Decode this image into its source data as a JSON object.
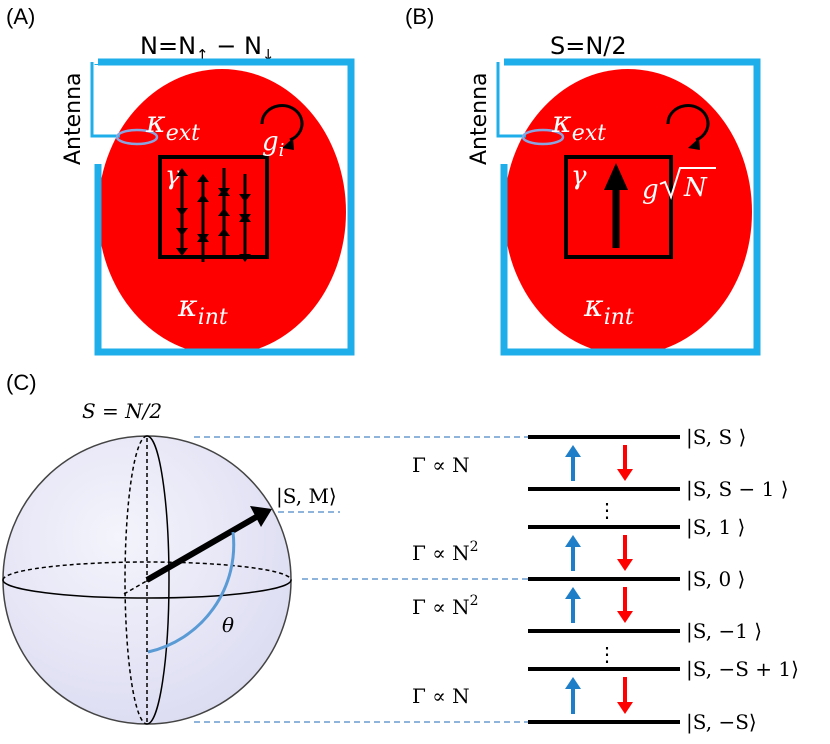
{
  "panels": [
    {
      "label": "(A)",
      "title": "N=N",
      "title_sub_up": "↑",
      "title_minus": " − N",
      "title_sub_down": "↓",
      "antenna": "Antenna",
      "kappa_ext": "κ",
      "kappa_ext_sub": "ext",
      "kappa_int": "κ",
      "kappa_int_sub": "int",
      "gamma": "γ",
      "coupling": "g",
      "coupling_sub": "i",
      "spin_pattern": [
        "up",
        "up",
        "down",
        "down",
        "down",
        "up",
        "up",
        "down",
        "down",
        "down",
        "up",
        "up",
        "down",
        "up",
        "up",
        "down"
      ]
    },
    {
      "label": "(B)",
      "title": "S=N/2",
      "antenna": "Antenna",
      "kappa_ext": "κ",
      "kappa_ext_sub": "ext",
      "kappa_int": "κ",
      "kappa_int_sub": "int",
      "gamma": "γ",
      "coupling": "g",
      "coupling_sqrt": "N"
    }
  ],
  "panel_c": {
    "label": "(C)",
    "sphere_title": "S = N/2",
    "state_vector": "|S, M⟩",
    "angle": "θ",
    "levels": [
      "|S, S ⟩",
      "|S, S − 1 ⟩",
      "|S, 1 ⟩",
      "|S, 0 ⟩",
      "|S, −1 ⟩",
      "|S, −S + 1⟩",
      "|S, −S⟩"
    ],
    "rates": [
      {
        "text": "Γ ∝ N",
        "power": ""
      },
      {
        "text": "Γ ∝ N",
        "power": "2"
      },
      {
        "text": "Γ ∝ N",
        "power": "2"
      },
      {
        "text": "Γ ∝ N",
        "power": ""
      }
    ],
    "ellipsis": "⋮"
  },
  "colors": {
    "cavity_red": "#ff0000",
    "resonator_blue": "#1eaeea",
    "absorb_arrow": "#1e7fc8",
    "emit_arrow": "#ff0000",
    "sphere_fill": "#e6e6f7",
    "dashed_link": "#4a86c8",
    "angle_arc": "#5a9bd5"
  }
}
